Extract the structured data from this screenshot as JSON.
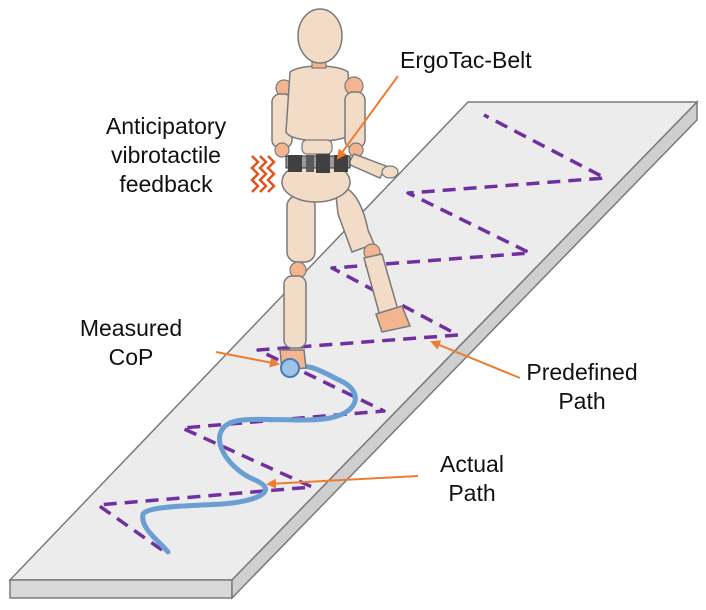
{
  "labels": {
    "belt": "ErgoTac-Belt",
    "feedback": [
      "Anticipatory",
      "vibrotactile",
      "feedback"
    ],
    "cop": [
      "Measured",
      "CoP"
    ],
    "predefined": [
      "Predefined",
      "Path"
    ],
    "actual": [
      "Actual",
      "Path"
    ]
  },
  "colors": {
    "platform_top": "#ececec",
    "platform_side": "#d2d2d2",
    "outline": "#7a7a7a",
    "predefined_path": "#7030a0",
    "actual_path": "#6b9fd4",
    "arrow": "#ed7d31",
    "mannequin_skin": "#f2dcc8",
    "mannequin_joint": "#f3b48f",
    "belt": "#404040"
  },
  "icons": [
    "vibration-icon"
  ]
}
